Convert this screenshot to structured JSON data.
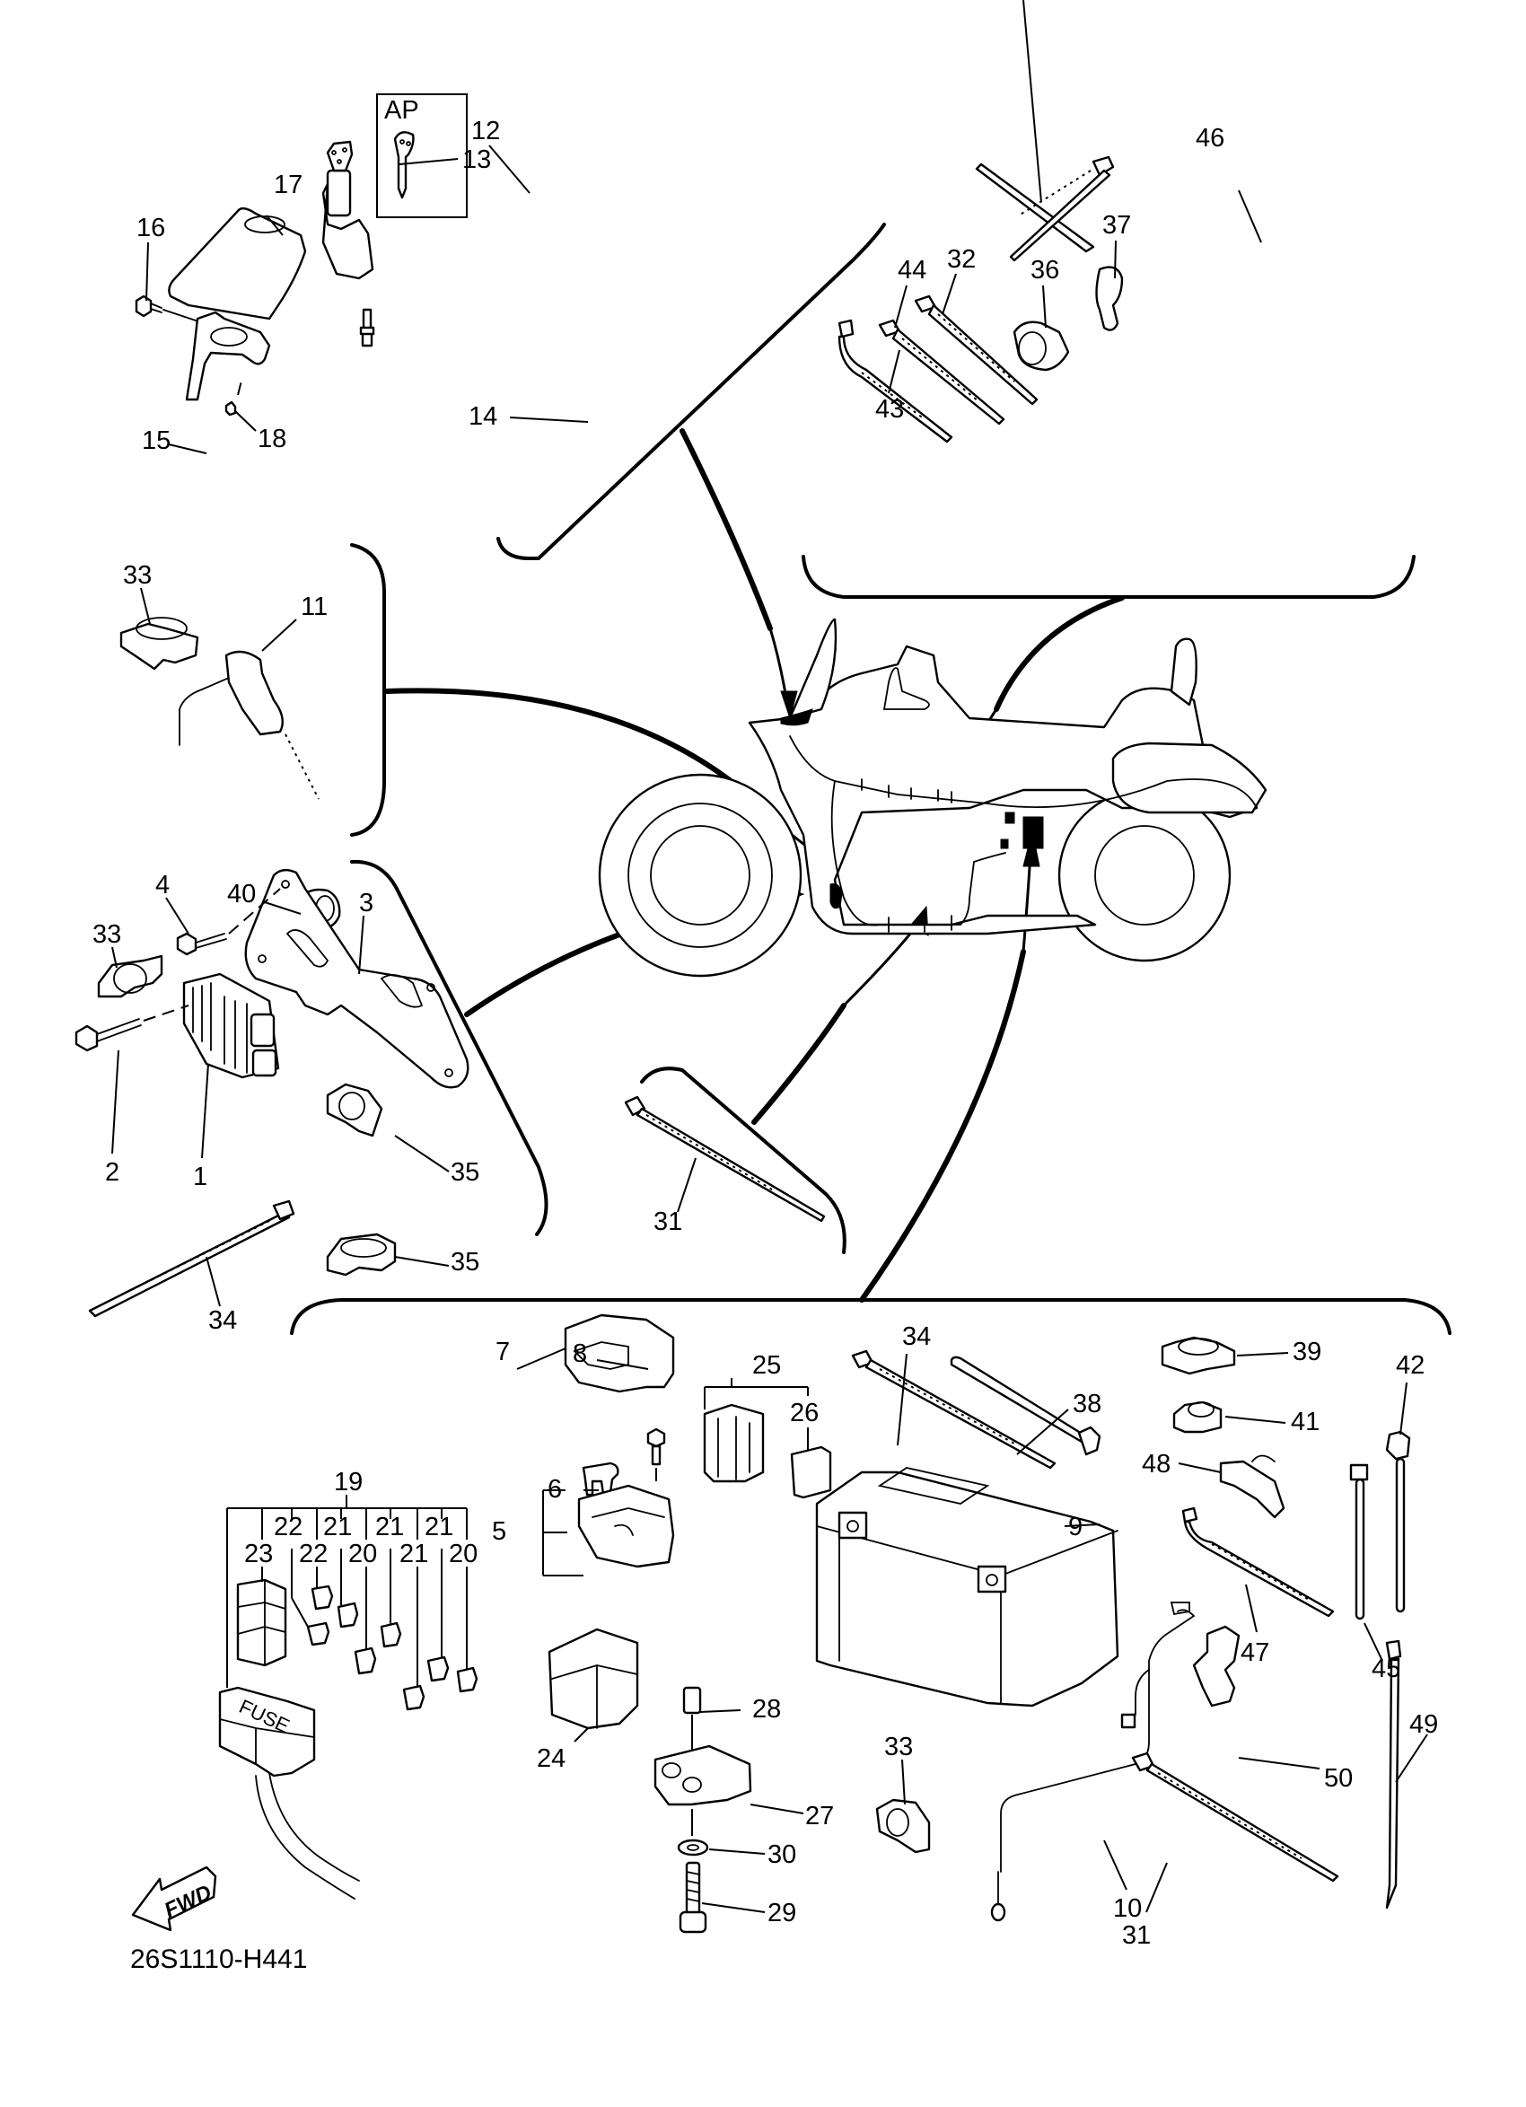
{
  "diagram": {
    "title_code": "26S1110-H441",
    "direction_badge": "FWD",
    "variant_box_label": "AP",
    "fuse_box_text": "FUSE",
    "callouts": {
      "p1": "1",
      "p2": "2",
      "p3": "3",
      "p4": "4",
      "p5": "5",
      "p6": "6",
      "p7": "7",
      "p8": "8",
      "p9": "9",
      "p10": "10",
      "p11": "11",
      "p12": "12",
      "p13": "13",
      "p14": "14",
      "p15": "15",
      "p16": "16",
      "p17": "17",
      "p18": "18",
      "p19": "19",
      "p20a": "20",
      "p20b": "20",
      "p21a": "21",
      "p21b": "21",
      "p21c": "21",
      "p21d": "21",
      "p22a": "22",
      "p22b": "22",
      "p23": "23",
      "p24": "24",
      "p25": "25",
      "p26": "26",
      "p27": "27",
      "p28": "28",
      "p29": "29",
      "p30": "30",
      "p31a": "31",
      "p31b": "31",
      "p32": "32",
      "p33a": "33",
      "p33b": "33",
      "p33c": "33",
      "p34a": "34",
      "p34b": "34",
      "p35a": "35",
      "p35b": "35",
      "p36": "36",
      "p37": "37",
      "p38": "38",
      "p39": "39",
      "p40": "40",
      "p41": "41",
      "p42": "42",
      "p43": "43",
      "p44": "44",
      "p45": "45",
      "p46": "46",
      "p47": "47",
      "p48": "48",
      "p49": "49",
      "p50": "50"
    },
    "groups": [
      {
        "name": "main-switch-group",
        "parts": [
          "12",
          "13",
          "14",
          "15",
          "16",
          "17",
          "18"
        ]
      },
      {
        "name": "upper-right-ties-group",
        "parts": [
          "32",
          "36",
          "37",
          "43",
          "44",
          "46"
        ]
      },
      {
        "name": "sensor-group",
        "parts": [
          "11",
          "33"
        ]
      },
      {
        "name": "rectifier-group",
        "parts": [
          "1",
          "2",
          "3",
          "4",
          "33",
          "35",
          "40"
        ]
      },
      {
        "name": "center-tie-group",
        "parts": [
          "31"
        ]
      },
      {
        "name": "battery-electrical-group",
        "parts": [
          "5",
          "6",
          "7",
          "8",
          "9",
          "10",
          "19",
          "20",
          "21",
          "22",
          "23",
          "24",
          "25",
          "26",
          "27",
          "28",
          "29",
          "30",
          "31",
          "33",
          "34",
          "38",
          "39",
          "41",
          "42",
          "45",
          "47",
          "48",
          "49",
          "50"
        ]
      }
    ]
  }
}
